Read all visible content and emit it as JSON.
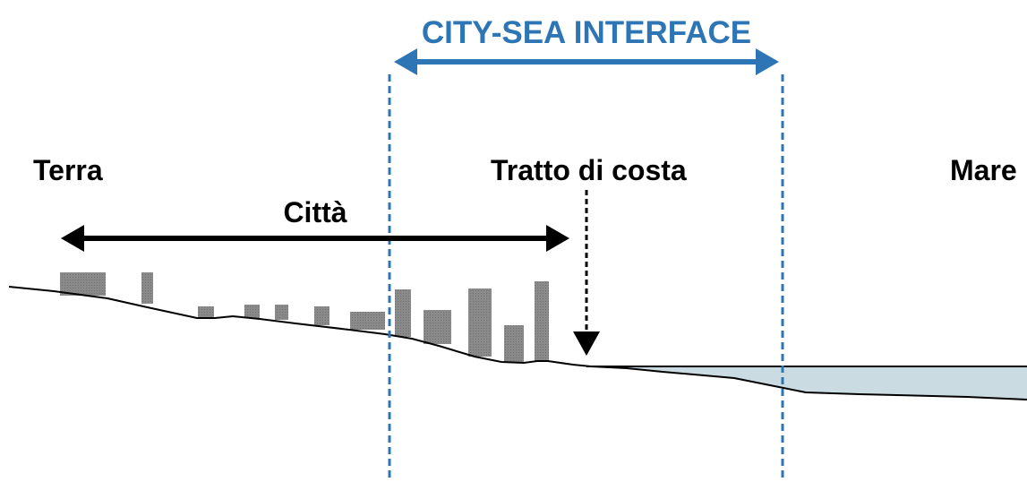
{
  "interface": {
    "label": "CITY-SEA INTERFACE",
    "color": "#2e75b6"
  },
  "zones": {
    "land": "Terra",
    "coast": "Tratto di costa",
    "sea": "Mare",
    "city": "Città"
  },
  "colors": {
    "building": "#878787",
    "sea_fill": "#cbdbe2",
    "line": "#000000"
  }
}
